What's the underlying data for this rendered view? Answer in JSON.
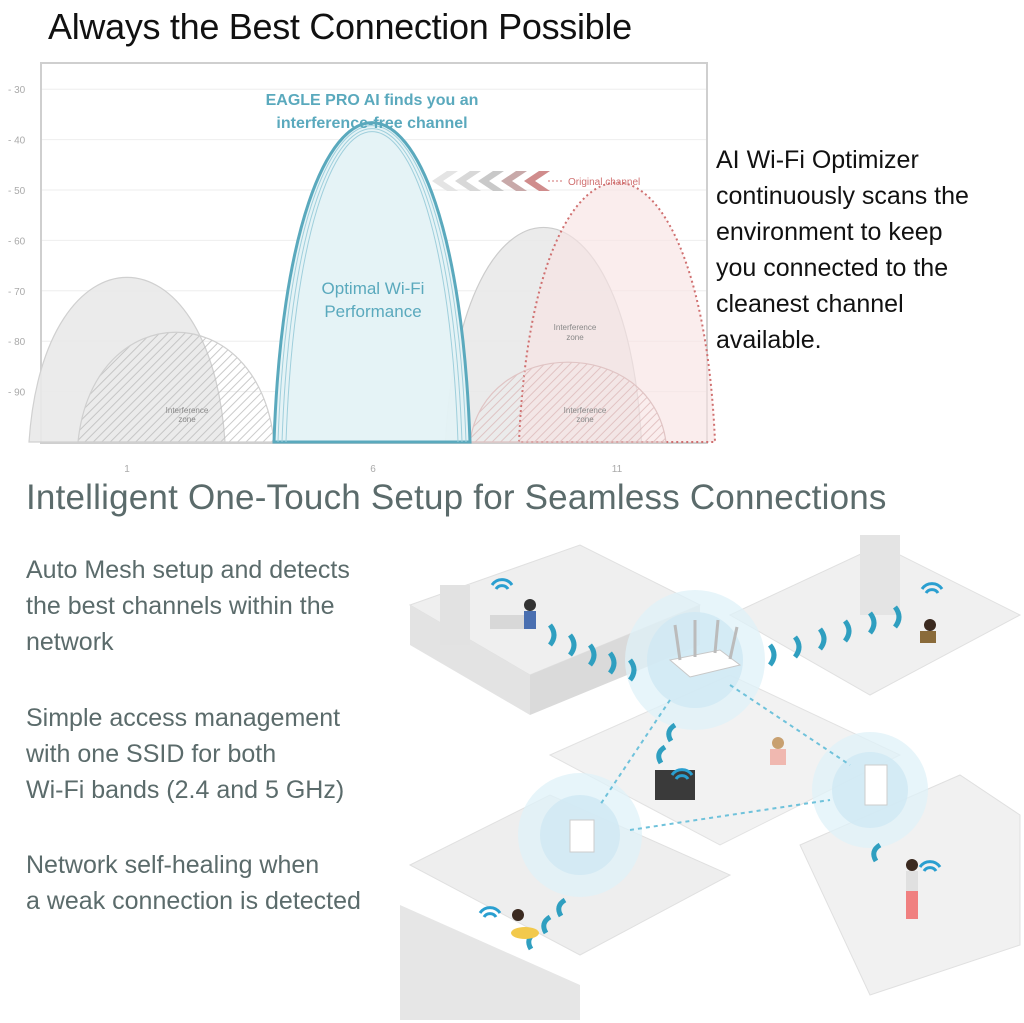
{
  "heading": "Always the Best Connection Possible",
  "chart": {
    "headline_line1": "EAGLE PRO AI finds you an",
    "headline_line2": "interference-free channel",
    "optimal_line1": "Optimal Wi-Fi",
    "optimal_line2": "Performance",
    "original_channel": "Original channel",
    "interference_zone_line1": "Interference",
    "interference_zone_line2": "zone"
  },
  "chart_data": {
    "type": "area",
    "x_ticks": [
      "1",
      "6",
      "11"
    ],
    "y_ticks": [
      "- 30",
      "- 40",
      "- 50",
      "- 60",
      "- 70",
      "- 80",
      "- 90"
    ],
    "ylim": [
      -100,
      -25
    ],
    "series": [
      {
        "center": 1,
        "peak": -67
      },
      {
        "center": 2,
        "peak": -78
      },
      {
        "center": 6,
        "peak": -36
      },
      {
        "center": 9.5,
        "peak": -57
      },
      {
        "center": 10,
        "peak": -84
      },
      {
        "center": 11,
        "peak": -48
      }
    ],
    "colors": {
      "optimal": "#5aa9bd",
      "original": "#d07070",
      "interference": "#9a9a9a"
    }
  },
  "side_text": {
    "line1": "AI Wi-Fi Optimizer",
    "line2": "continuously scans the",
    "line3": "environment to keep",
    "line4": "you connected to the",
    "line5": "cleanest channel",
    "line6": "available."
  },
  "heading2": "Intelligent One-Touch Setup for Seamless Connections",
  "features": {
    "f1": [
      "Auto Mesh setup and detects",
      "the best channels within the",
      "network"
    ],
    "f2": [
      "Simple access management",
      "with one SSID for both",
      "Wi-Fi bands (2.4 and 5 GHz)"
    ],
    "f3": [
      "Network self-healing when",
      "a weak connection is detected"
    ]
  }
}
